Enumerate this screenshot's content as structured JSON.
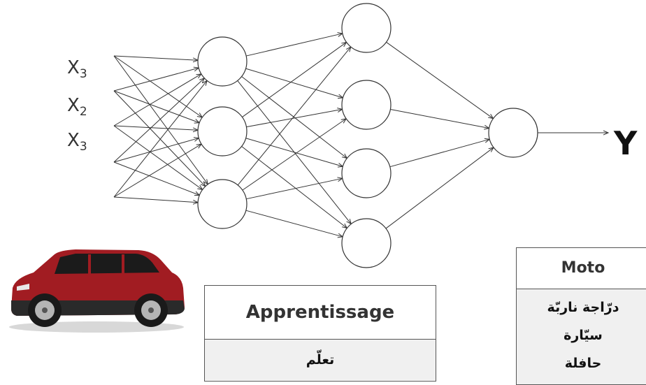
{
  "inputs": [
    {
      "base": "X",
      "sub": "3"
    },
    {
      "base": "X",
      "sub": "2"
    },
    {
      "base": "X",
      "sub": "3"
    }
  ],
  "output_label": "Y",
  "learning_box": {
    "title": "Apprentissage",
    "arabic": "تعلّم"
  },
  "category_box": {
    "title": "Moto",
    "items": [
      "درّاجة ناربّة",
      "سيّارة",
      "حافلة"
    ]
  },
  "colors": {
    "car_body": "#a11c22",
    "box_fill": "#f0f0f0",
    "line": "#333333"
  }
}
